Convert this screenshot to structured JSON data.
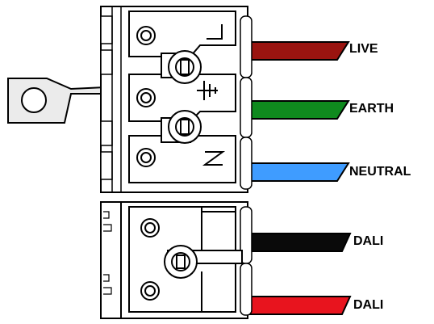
{
  "terminals": {
    "top": [
      {
        "label": "LIVE",
        "color": "#9a1410",
        "symbol": "L"
      },
      {
        "label": "EARTH",
        "color": "#0f8a1e",
        "symbol": "earth"
      },
      {
        "label": "NEUTRAL",
        "color": "#3f9cff",
        "symbol": "N"
      }
    ],
    "bottom": [
      {
        "label": "DALI",
        "color": "#0a0a0a"
      },
      {
        "label": "DALI",
        "color": "#e8141e"
      }
    ]
  },
  "colors": {
    "outline": "#000000",
    "housing": "#ffffff",
    "bracket": "#ebebeb"
  }
}
